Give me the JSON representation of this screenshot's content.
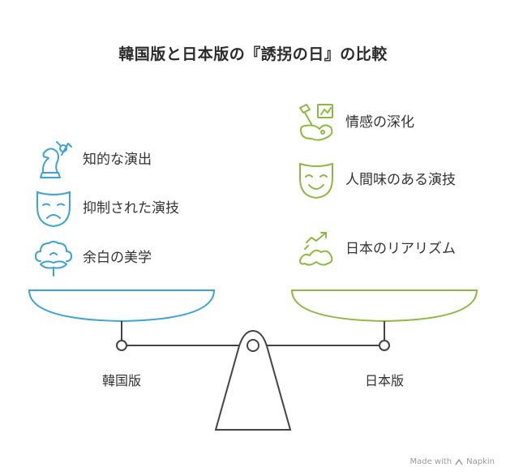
{
  "title": "韓国版と日本版の『誘拐の日』の比較",
  "left": {
    "label": "韓国版",
    "color": "#3aa5d4",
    "items": [
      {
        "icon": "chess-knight-icon",
        "text": "知的な演出"
      },
      {
        "icon": "sad-mask-icon",
        "text": "抑制された演技"
      },
      {
        "icon": "cloud-hands-icon",
        "text": "余白の美学"
      }
    ]
  },
  "right": {
    "label": "日本版",
    "color": "#8dba3e",
    "items": [
      {
        "icon": "palette-brush-icon",
        "text": "情感の深化"
      },
      {
        "icon": "happy-mask-icon",
        "text": "人間味のある演技"
      },
      {
        "icon": "trend-chart-icon",
        "text": "日本のリアリズム"
      }
    ]
  },
  "footer": {
    "text": "Made with",
    "brand": "Napkin"
  }
}
